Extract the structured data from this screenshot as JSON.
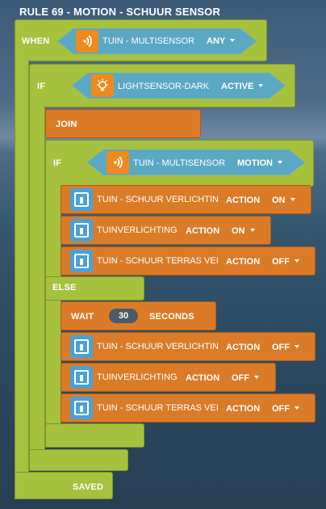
{
  "rule": {
    "title": "RULE 69 - MOTION - SCHUUR SENSOR",
    "status": "SAVED"
  },
  "when": {
    "label": "WHEN",
    "trigger": {
      "device": "TUIN - MULTISENSOR",
      "value": "ANY",
      "icon": "sensor-waves-icon"
    }
  },
  "if1": {
    "label": "IF",
    "condition": {
      "device": "LIGHTSENSOR-DARK",
      "value": "ACTIVE",
      "icon": "lightbulb-icon"
    }
  },
  "join": {
    "label": "JOIN"
  },
  "if2": {
    "label": "IF",
    "condition": {
      "device": "TUIN - MULTISENSOR",
      "value": "MOTION",
      "icon": "sensor-waves-icon"
    },
    "then_actions": [
      {
        "device": "TUIN - SCHUUR VERLICHTIN",
        "action": "ACTION",
        "value": "ON",
        "icon": "switch-icon"
      },
      {
        "device": "TUINVERLICHTING",
        "action": "ACTION",
        "value": "ON",
        "icon": "switch-icon"
      },
      {
        "device": "TUIN - SCHUUR TERRAS VEI",
        "action": "ACTION",
        "value": "OFF",
        "icon": "switch-icon"
      }
    ],
    "else_label": "ELSE",
    "wait": {
      "label": "WAIT",
      "value": "30",
      "unit": "SECONDS"
    },
    "else_actions": [
      {
        "device": "TUIN - SCHUUR VERLICHTIN",
        "action": "ACTION",
        "value": "OFF",
        "icon": "switch-icon"
      },
      {
        "device": "TUINVERLICHTING",
        "action": "ACTION",
        "value": "OFF",
        "icon": "switch-icon"
      },
      {
        "device": "TUIN - SCHUUR TERRAS VEI",
        "action": "ACTION",
        "value": "OFF",
        "icon": "switch-icon"
      }
    ]
  },
  "colors": {
    "green": "#a6c13d",
    "orange": "#db7b27",
    "blue": "#5ba8c4",
    "icon_orange": "#ee8a1e",
    "icon_blue": "#4aa0d8"
  }
}
